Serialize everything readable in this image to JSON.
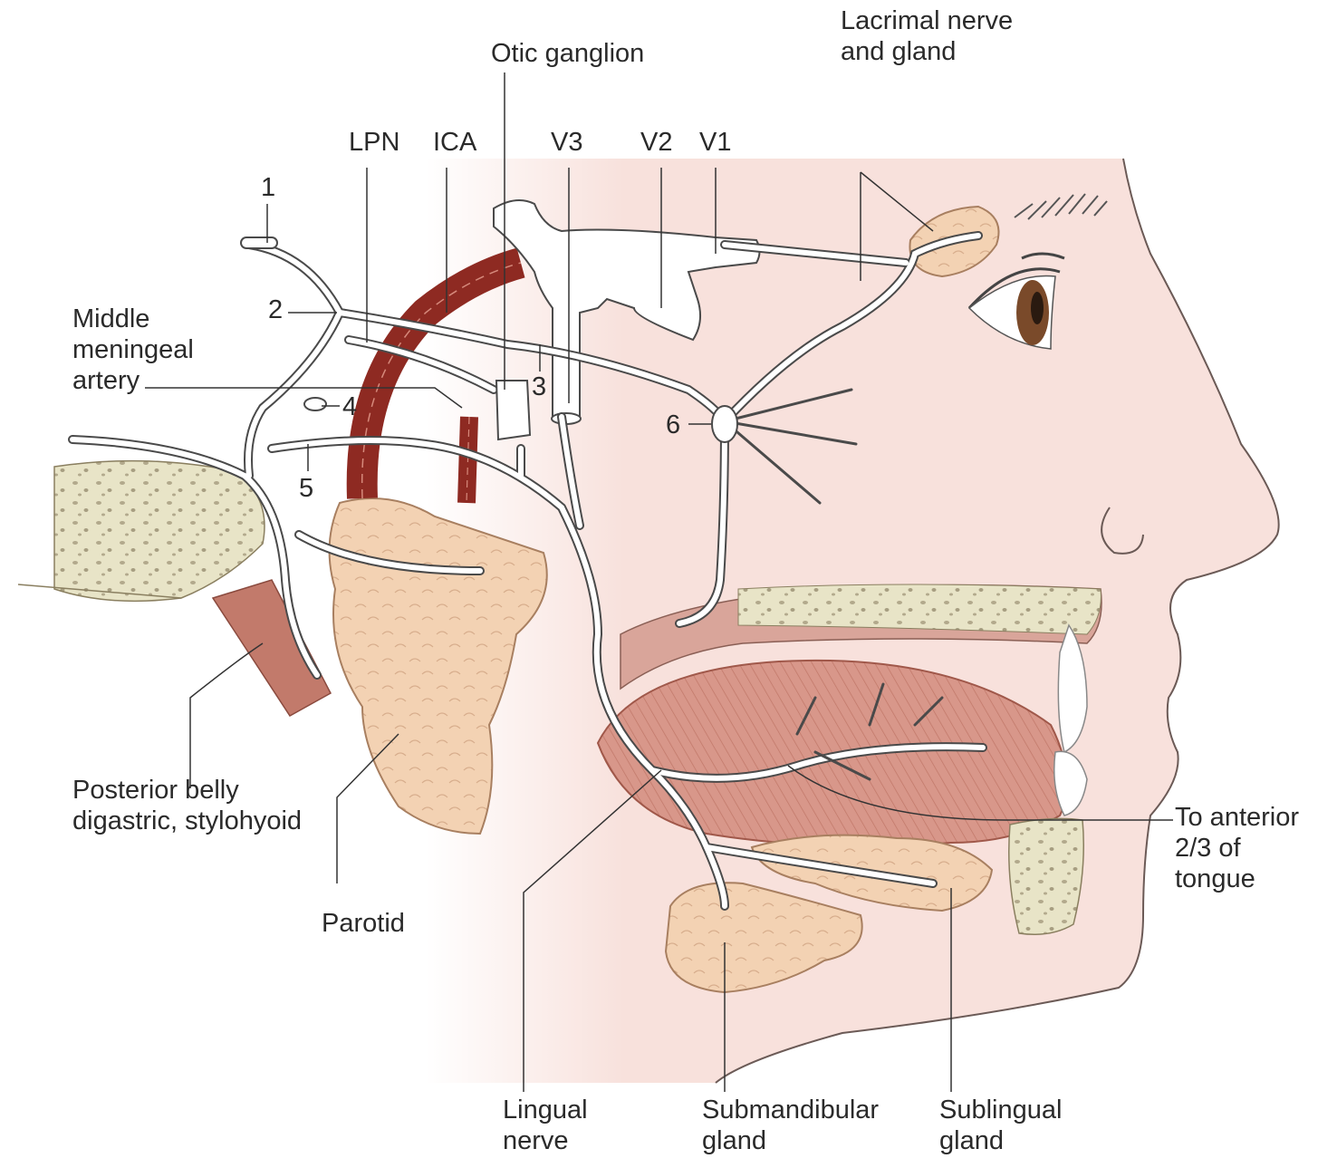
{
  "labels": {
    "otic_ganglion": "Otic ganglion",
    "lacrimal_line1": "Lacrimal nerve",
    "lacrimal_line2": "and gland",
    "lpn": "LPN",
    "ica": "ICA",
    "v3": "V3",
    "v2": "V2",
    "v1": "V1",
    "n1": "1",
    "n2": "2",
    "n3": "3",
    "n4": "4",
    "n5": "5",
    "n6": "6",
    "mma_line1": "Middle",
    "mma_line2": "meningeal",
    "mma_line3": "artery",
    "post_belly_line1": "Posterior belly",
    "post_belly_line2": "digastric, stylohyoid",
    "parotid": "Parotid",
    "to_anterior_line1": "To anterior",
    "to_anterior_line2": "2/3 of",
    "to_anterior_line3": "tongue",
    "lingual_line1": "Lingual",
    "lingual_line2": "nerve",
    "submandibular_line1": "Submandibular",
    "submandibular_line2": "gland",
    "sublingual_line1": "Sublingual",
    "sublingual_line2": "gland"
  },
  "colors": {
    "skin": "#f8e1dc",
    "skin_outline": "#6b5a56",
    "nerve": "#ffffff",
    "nerve_outline": "#4a4a4a",
    "artery": "#8e2a22",
    "muscle": "#c9796b",
    "gland": "#f3d2b3",
    "bone": "#e8e4c7",
    "bone_spot": "#b2a98c",
    "leader": "#333333"
  }
}
